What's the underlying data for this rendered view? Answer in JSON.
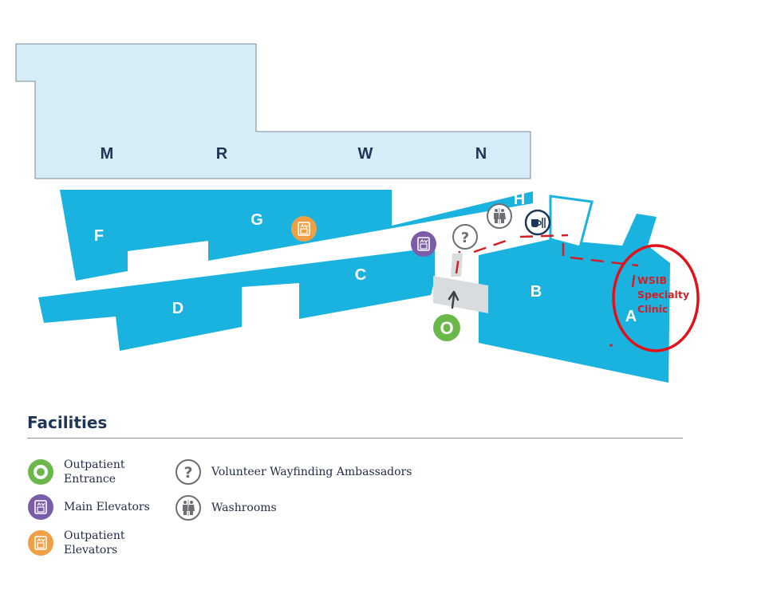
{
  "map": {
    "building_labels": {
      "M": "M",
      "R": "R",
      "W": "W",
      "N": "N",
      "F": "F",
      "G_left": "G",
      "G_right": "G",
      "H": "H",
      "C": "C",
      "D": "D",
      "B": "B",
      "A": "A"
    },
    "entrance_marker": "O",
    "callout_label": "WSIB\nSpecialty\nClinic"
  },
  "facilities": {
    "heading": "Facilities",
    "legend": [
      {
        "label": "Outpatient\nEntrance",
        "icon": "outpatient-entrance-icon"
      },
      {
        "label": "Main Elevators",
        "icon": "main-elevator-icon"
      },
      {
        "label": "Outpatient\nElevators",
        "icon": "outpatient-elevator-icon"
      },
      {
        "label": "Volunteer Wayfinding Ambassadors",
        "icon": "question-mark-icon"
      },
      {
        "label": "Washrooms",
        "icon": "washroom-icon"
      }
    ]
  },
  "colors": {
    "building_blue": "#1ab3df",
    "light_wing": "#d6edf7",
    "route_red": "#d21f26",
    "entrance_green": "#6bb84a",
    "main_elevator_purple": "#7b5ca8",
    "outpatient_elevator_orange": "#f0a044",
    "navy": "#1d3557"
  }
}
